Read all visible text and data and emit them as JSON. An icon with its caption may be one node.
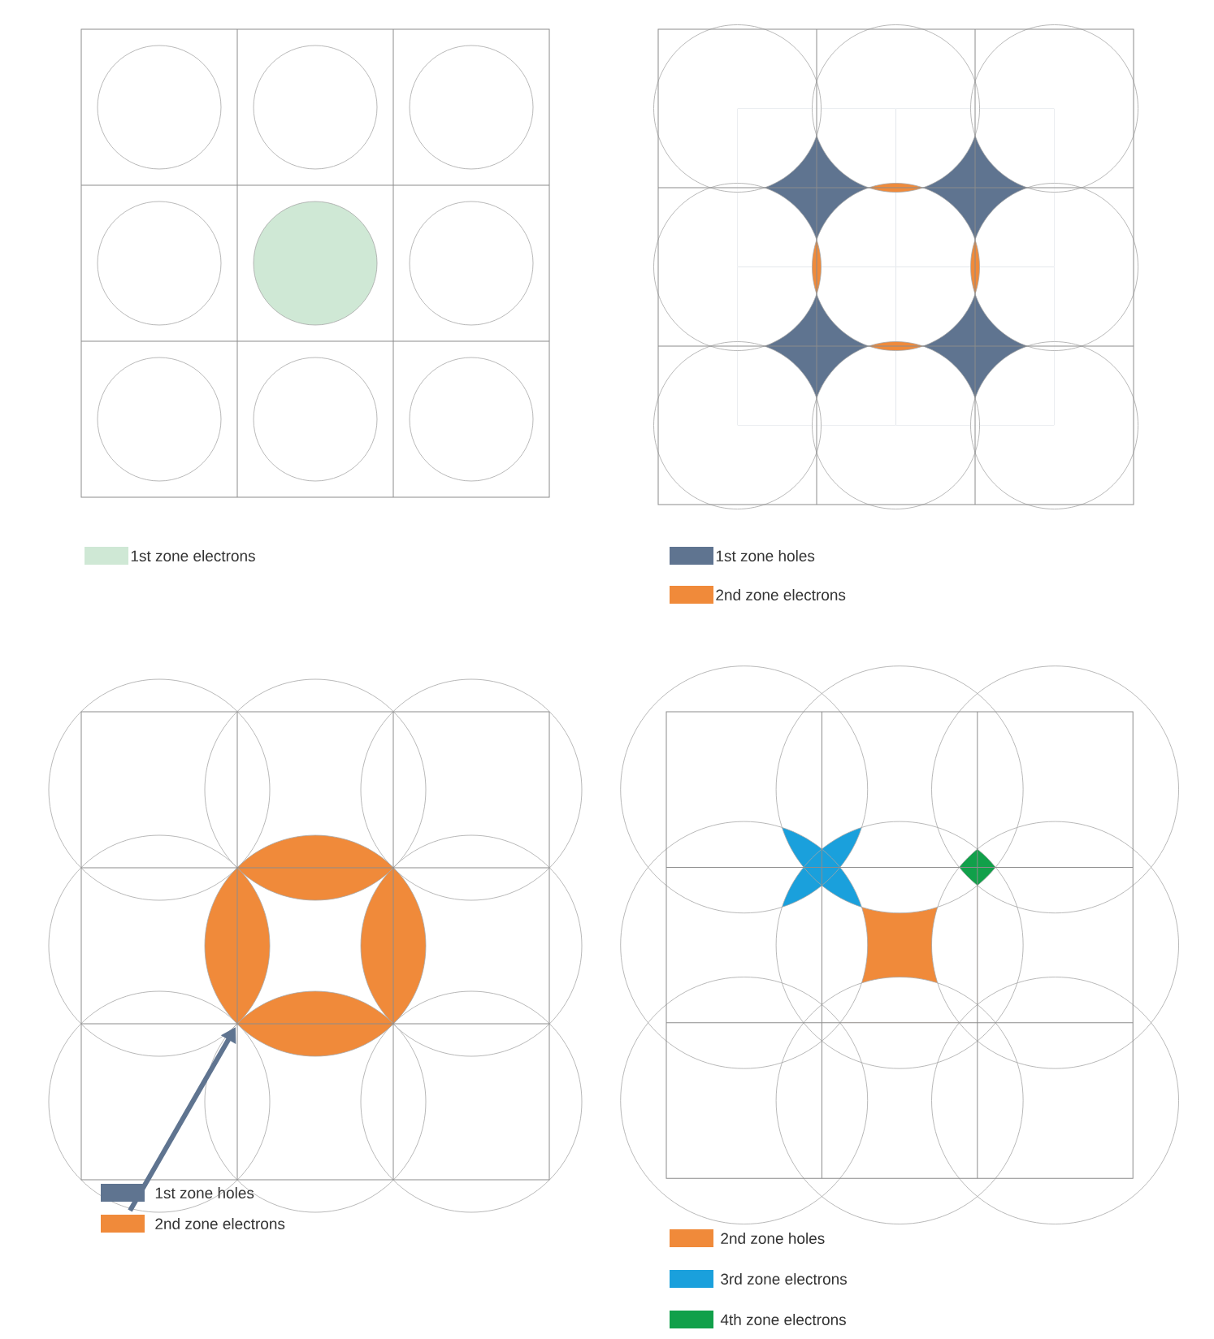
{
  "diagram": {
    "legend": [
      {
        "text": "1st zone electrons",
        "color": "#cfe8d5"
      },
      {
        "text": "1st zone holes",
        "color": "#5f7490"
      },
      {
        "text": "2nd zone electrons",
        "color": "#f08a3a"
      },
      {
        "text": "1st zone holes",
        "color": "#5f7490"
      },
      {
        "text": "2nd zone electrons",
        "color": "#f08a3a"
      },
      {
        "text": "2nd zone holes",
        "color": "#f08a3a"
      },
      {
        "text": "3rd zone electrons",
        "color": "#1aa0dc"
      },
      {
        "text": "4th zone electrons",
        "color": "#11a04a"
      }
    ]
  }
}
